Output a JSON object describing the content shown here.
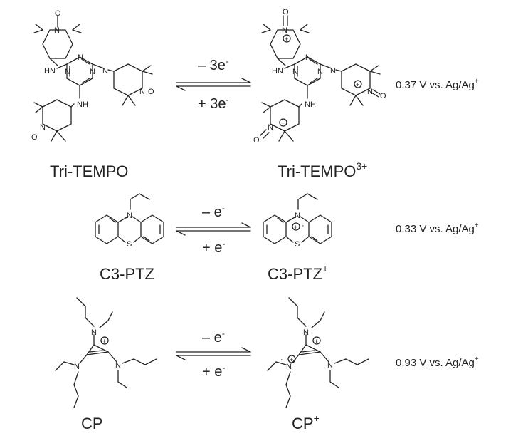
{
  "rows": [
    {
      "left_label": "Tri-TEMPO",
      "right_label": "Tri-TEMPO",
      "right_sup": "3+",
      "forward": "– 3e",
      "backward": "+ 3e",
      "electron_sup": "-",
      "potential": "0.37 V vs. Ag/Ag",
      "potential_sup": "+"
    },
    {
      "left_label": "C3-PTZ",
      "right_label": "C3-PTZ",
      "right_sup": "+",
      "forward": "– e",
      "backward": "+ e",
      "electron_sup": "-",
      "potential": "0.33 V vs. Ag/Ag",
      "potential_sup": "+"
    },
    {
      "left_label": "CP",
      "right_label": "CP",
      "right_sup": "+",
      "forward": "– e",
      "backward": "+ e",
      "electron_sup": "-",
      "potential": "0.93 V vs. Ag/Ag",
      "potential_sup": "+"
    }
  ],
  "atoms": {
    "N": "N",
    "NH": "NH",
    "HN": "HN",
    "O": "O",
    "S": "S",
    "radical": "·",
    "plus": "+"
  }
}
